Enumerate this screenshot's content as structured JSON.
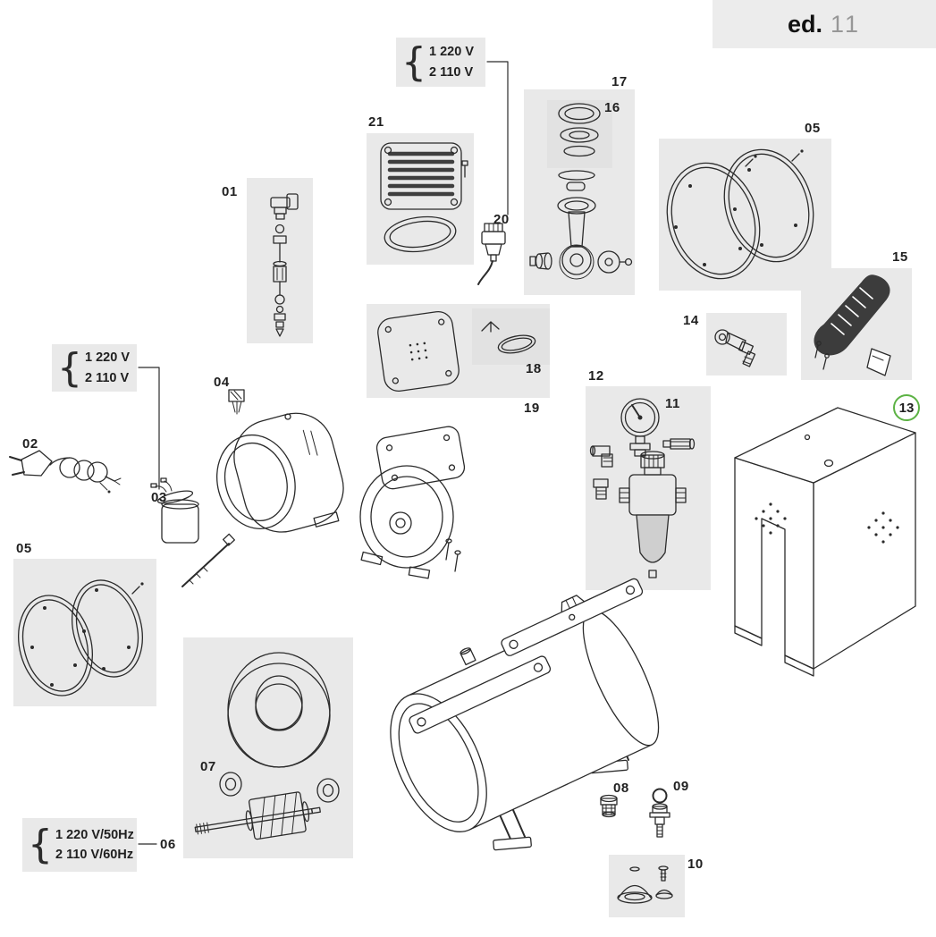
{
  "edition": {
    "prefix": "ed.",
    "number": "11"
  },
  "voltage_top": {
    "brace": "{",
    "lines": [
      "1 220 V",
      "2 110 V"
    ]
  },
  "voltage_mid": {
    "brace": "{",
    "lines": [
      "1 220 V",
      "2 110 V"
    ]
  },
  "voltage_bottom": {
    "brace": "{",
    "lines": [
      "1 220 V/50Hz",
      "2 110 V/60Hz"
    ]
  },
  "labels": {
    "p01": "01",
    "p02": "02",
    "p03": "03",
    "p04": "04",
    "p05_left": "05",
    "p05_right": "05",
    "p06": "06",
    "p07": "07",
    "p08": "08",
    "p09": "09",
    "p10": "10",
    "p11": "11",
    "p12": "12",
    "p13": "13",
    "p14": "14",
    "p15": "15",
    "p16": "16",
    "p17": "17",
    "p18": "18",
    "p19": "19",
    "p20": "20",
    "p21": "21"
  },
  "colors": {
    "panel": "#e9e9e9",
    "highlight": "#5cb244",
    "ink": "#2b2b2b"
  }
}
